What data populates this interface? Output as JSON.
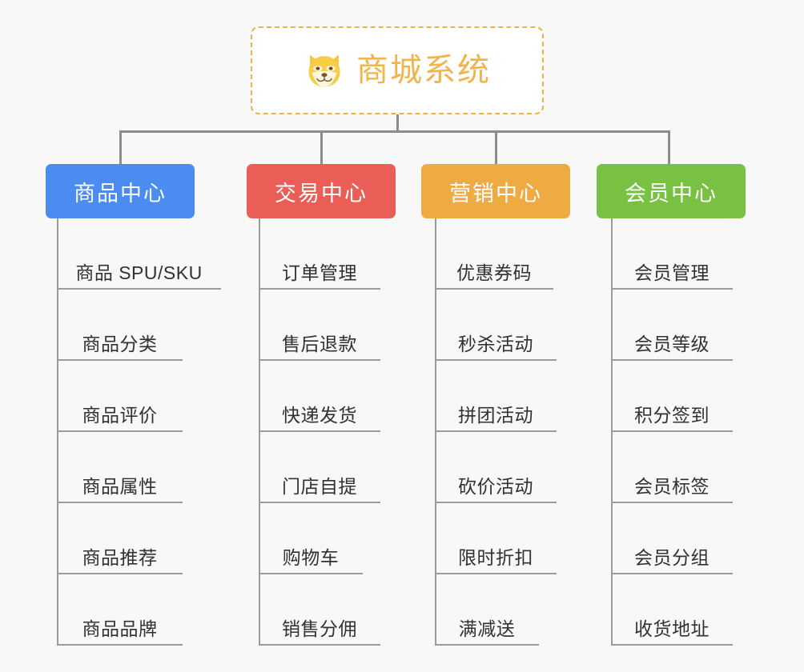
{
  "page": {
    "background_color": "#f8f8f8",
    "connector_color": "#8c8c8c",
    "leaf_line_color": "#9b9b9b",
    "leaf_text_color": "#2f3233"
  },
  "root": {
    "title": "商城系统",
    "icon": "dog-face-icon",
    "text_color": "#efb54c",
    "border_color": "#edb34a",
    "background_color": "#ffffff"
  },
  "branches": [
    {
      "label": "商品中心",
      "color": "#4a8cf0",
      "items": [
        "商品 SPU/SKU",
        "商品分类",
        "商品评价",
        "商品属性",
        "商品推荐",
        "商品品牌"
      ]
    },
    {
      "label": "交易中心",
      "color": "#ea5e57",
      "items": [
        "订单管理",
        "售后退款",
        "快递发货",
        "门店自提",
        "购物车",
        "销售分佣"
      ]
    },
    {
      "label": "营销中心",
      "color": "#eeab44",
      "items": [
        "优惠券码",
        "秒杀活动",
        "拼团活动",
        "砍价活动",
        "限时折扣",
        "满减送"
      ]
    },
    {
      "label": "会员中心",
      "color": "#78c143",
      "items": [
        "会员管理",
        "会员等级",
        "积分签到",
        "会员标签",
        "会员分组",
        "收货地址"
      ]
    }
  ]
}
